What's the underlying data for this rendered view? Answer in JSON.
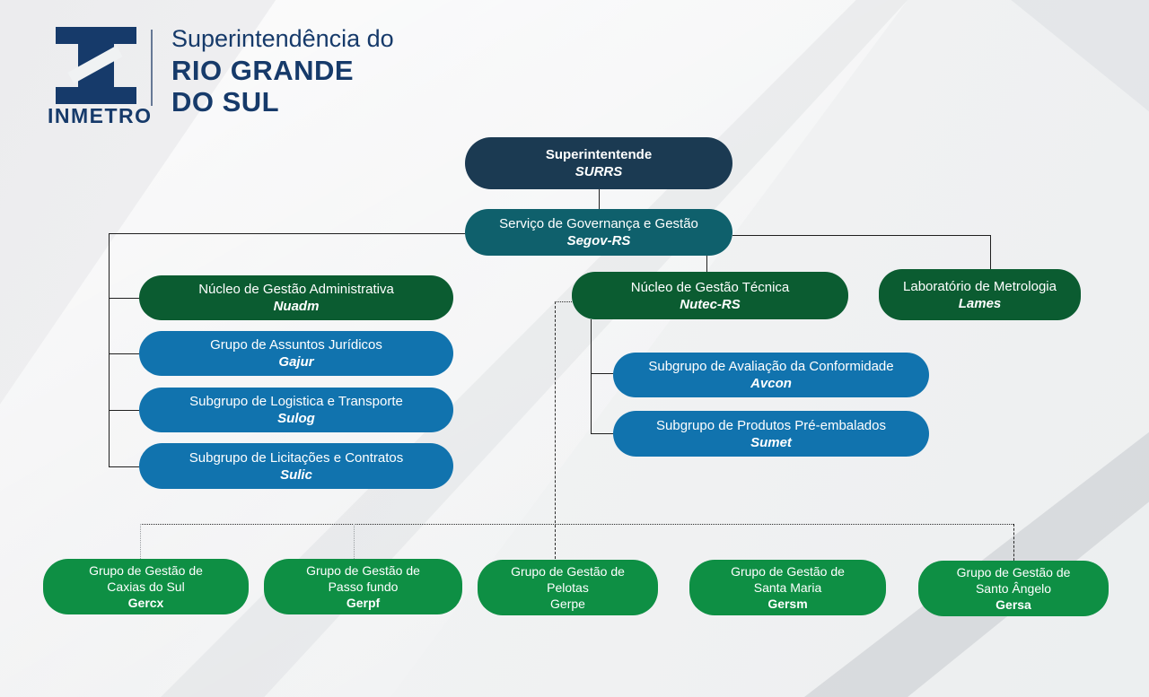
{
  "header": {
    "logo_text": "INMETRO",
    "title_line1": "Superintendência do",
    "title_line2": "RIO GRANDE",
    "title_line3": "DO SUL"
  },
  "colors": {
    "navy": "#1b3a52",
    "teal": "#0f606c",
    "dark_green": "#0b5c31",
    "blue": "#1173ae",
    "green": "#0e8f44",
    "logo_navy": "#163a6a"
  },
  "org": {
    "root": {
      "title": "Superintentende",
      "acronym": "SURRS"
    },
    "governance": {
      "title": "Serviço de Governança e Gestão",
      "acronym": "Segov-RS"
    },
    "admin_branch": [
      {
        "title": "Núcleo de Gestão Administrativa",
        "acronym": "Nuadm"
      },
      {
        "title": "Grupo de Assuntos Jurídicos",
        "acronym": "Gajur"
      },
      {
        "title": "Subgrupo de Logistica e Transporte",
        "acronym": "Sulog"
      },
      {
        "title": "Subgrupo de Licitações e Contratos",
        "acronym": "Sulic"
      }
    ],
    "technical": {
      "title": "Núcleo de Gestão Técnica",
      "acronym": "Nutec-RS"
    },
    "technical_children": [
      {
        "title": "Subgrupo de Avaliação da Conformidade",
        "acronym": "Avcon"
      },
      {
        "title": "Subgrupo de Produtos Pré-embalados",
        "acronym": "Sumet"
      }
    ],
    "lab": {
      "title": "Laboratório de Metrologia",
      "acronym": "Lames"
    },
    "regional": [
      {
        "line1": "Grupo de Gestão de",
        "line2": "Caxias do Sul",
        "acronym": "Gercx"
      },
      {
        "line1": "Grupo de Gestão de",
        "line2": "Passo fundo",
        "acronym": "Gerpf"
      },
      {
        "line1": "Grupo de Gestão de",
        "line2": "Pelotas",
        "acronym": "Gerpe"
      },
      {
        "line1": "Grupo de Gestão de",
        "line2": "Santa Maria",
        "acronym": "Gersm"
      },
      {
        "line1": "Grupo de Gestão de",
        "line2": "Santo Ângelo",
        "acronym": "Gersa"
      }
    ]
  }
}
